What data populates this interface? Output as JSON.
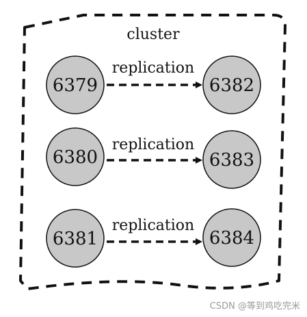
{
  "cluster": {
    "label": "cluster"
  },
  "pairs": [
    {
      "master": "6379",
      "replica": "6382",
      "relation": "replication"
    },
    {
      "master": "6380",
      "replica": "6383",
      "relation": "replication"
    },
    {
      "master": "6381",
      "replica": "6384",
      "relation": "replication"
    }
  ],
  "colors": {
    "node_fill": "#c8c8c8",
    "stroke": "#111111"
  },
  "watermark": "CSDN @等到鸡吃完米"
}
